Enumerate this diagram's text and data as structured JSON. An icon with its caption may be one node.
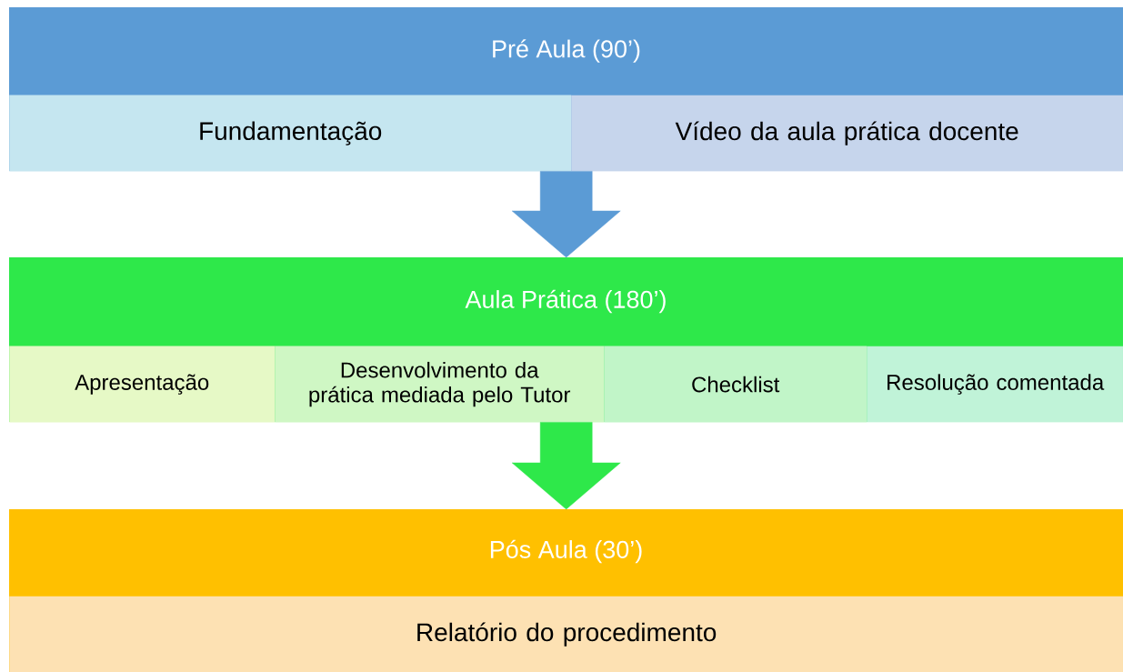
{
  "diagram": {
    "nodes": [
      {
        "text": [
          "Pré Aula (90’)"
        ]
      },
      {
        "text": [
          "Fundamentação"
        ],
        "in": 0
      },
      {
        "text": [
          "Vídeo da aula prática docente"
        ],
        "in": 0
      },
      {
        "text": [
          "Aula Prática (180’)"
        ]
      },
      {
        "text": [
          "Apresentação"
        ],
        "in": 3
      },
      {
        "text": [
          "Desenvolvimento da prática mediada pelo Tutor"
        ],
        "in": 3
      },
      {
        "text": [
          "Checklist"
        ],
        "in": 3
      },
      {
        "text": [
          "Resolução comentada"
        ],
        "in": 3
      },
      {
        "text": [
          "Pós Aula (30’)"
        ]
      },
      {
        "text": [
          "Relatório do procedimento"
        ],
        "in": 8
      }
    ],
    "edges": [
      {
        "from": 0,
        "to": 3,
        "arrow": "to",
        "color": "#5b9bd5"
      },
      {
        "from": 3,
        "to": 8,
        "arrow": "to",
        "color": "#2ee84a"
      }
    ]
  }
}
